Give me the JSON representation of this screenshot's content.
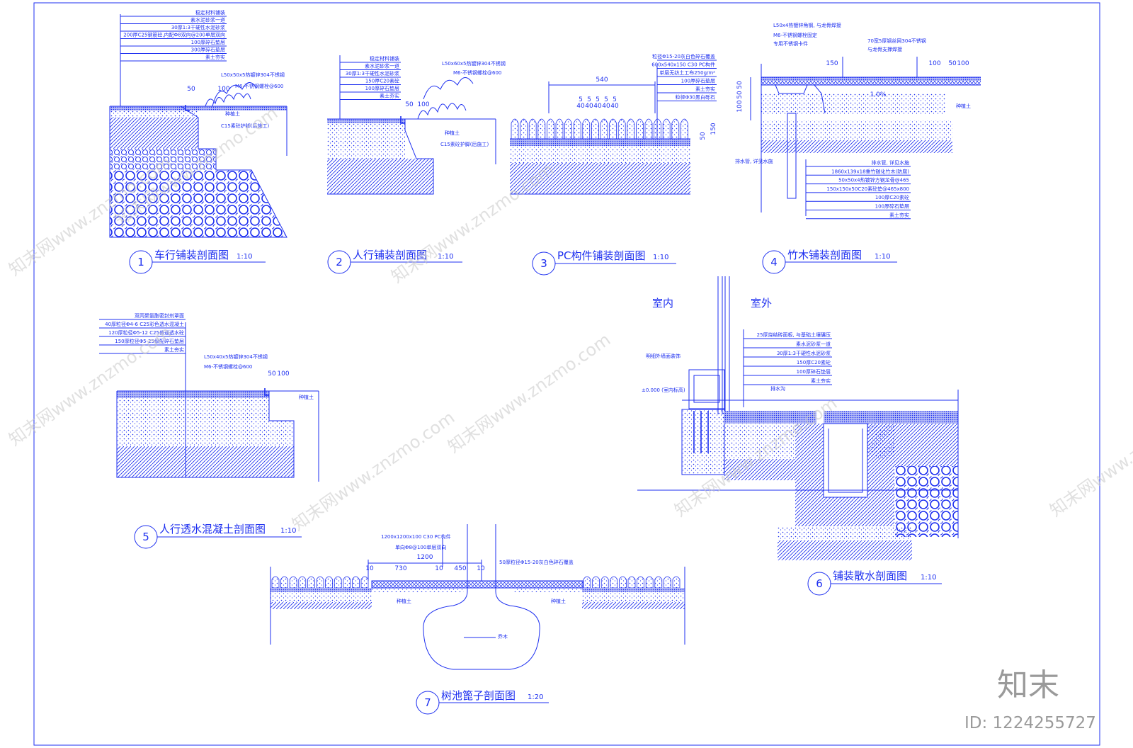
{
  "watermark": {
    "brand_cn": "知末",
    "image_id": "ID: 1224255727",
    "tiles": [
      "知末网www.znzmo.com",
      "知末网www.znzmo.com",
      "知末网www.znzmo.com",
      "知末网www.znzmo.com",
      "知末网www.znzmo.com",
      "知末网www.znzmo.com",
      "知末网www.znzmo.com",
      "知末网www.znzmo.com"
    ]
  },
  "colors": {
    "line": "#1d2ff0",
    "hatch": "#1d2ff0",
    "watermark": "#c8c8c8"
  },
  "details": [
    {
      "number": "1",
      "title": "车行铺装剖面图",
      "scale": "1:10",
      "labels": [
        "稳定材料铺装",
        "素水泥砂浆一道",
        "30厚1:3干硬性水泥砂浆",
        "200厚C25钢筋砼,内配Φ8双向@200单层双向",
        "100厚碎石垫层",
        "300厚碎石垫层",
        "素土夯实",
        "L50x50x5热镀锌304不锈钢",
        "M6-不锈钢螺栓@600",
        "种植土",
        "C15素砼护脚(后施工)"
      ],
      "dims": [
        "50",
        "100"
      ]
    },
    {
      "number": "2",
      "title": "人行铺装剖面图",
      "scale": "1:10",
      "labels": [
        "稳定材料铺装",
        "素水泥砂浆一道",
        "30厚1:3干硬性水泥砂浆",
        "150厚C20素砼",
        "100厚碎石垫层",
        "素土夯实",
        "L50x60x5热镀锌304不锈钢",
        "M6-不锈钢螺栓@600",
        "种植土",
        "C15素砼护脚(后施工)"
      ],
      "dims": [
        "50",
        "100"
      ]
    },
    {
      "number": "3",
      "title": "PC构件铺装剖面图",
      "scale": "1:10",
      "labels": [
        "粒径Φ15-20灰白色碎石覆盖",
        "600x540x150 C30 PC构件",
        "单层无纺土工布250g/m²",
        "100厚碎石垫层",
        "素土夯实",
        "粒径Φ30黑白砾石"
      ],
      "dims": [
        "540",
        "5",
        "5",
        "5",
        "5",
        "5",
        "40",
        "40",
        "40",
        "40",
        "40",
        "50",
        "150"
      ]
    },
    {
      "number": "4",
      "title": "竹木铺装剖面图",
      "scale": "1:10",
      "labels": [
        "L50x4热镀锌角钢, 与龙骨焊接",
        "M6-不锈钢螺栓固定",
        "专用不锈钢卡件",
        "70宽5厚钢丝网304不锈钢",
        "与龙骨支撑焊接",
        "种植土",
        "排水管, 详见水施",
        "1860x139x18重竹碳化竹木(防腐)",
        "50x50x4热镀锌方钢龙骨@465",
        "150x150x50C20素砼垫@465x800",
        "100厚C20素砼",
        "100厚碎石垫层",
        "素土夯实"
      ],
      "dims": [
        "150",
        "100",
        "50",
        "100",
        "1.0%",
        "50",
        "50",
        "100",
        "100"
      ]
    },
    {
      "number": "5",
      "title": "人行透水混凝土剖面图",
      "scale": "1:10",
      "labels": [
        "双丙聚氨酯密封剂罩面",
        "40厚粒径Φ4-6 C25彩色透水混凝土",
        "120厚粒径Φ5-12 C25普通透水砼",
        "150厚粒径Φ5-25级配碎石垫层",
        "素土夯实",
        "L50x40x5热镀锌304不锈钢",
        "M6-不锈钢螺栓@600",
        "种植土"
      ],
      "dims": [
        "50",
        "100"
      ]
    },
    {
      "number": "6",
      "title": "铺装散水剖面图",
      "scale": "1:10",
      "rooms": [
        "室内",
        "室外"
      ],
      "labels": [
        "25厚烧结砖面板, 与基础土壤碾压",
        "素水泥砂浆一道",
        "30厚1:3干硬性水泥砂浆",
        "150厚C20素砼",
        "100厚碎石垫层",
        "素土夯实",
        "±0.000 (室内标高)",
        "明细外墙面装饰",
        "排水沟"
      ]
    },
    {
      "number": "7",
      "title": "树池篦子剖面图",
      "scale": "1:20",
      "labels": [
        "1200x1200x100 C30 PC构件",
        "单向Φ8@100单层双向",
        "50厚粒径Φ15-20灰白色碎石覆盖",
        "种植土",
        "种植土",
        "乔木"
      ],
      "dims": [
        "1200",
        "10",
        "730",
        "10",
        "450",
        "10"
      ]
    }
  ]
}
